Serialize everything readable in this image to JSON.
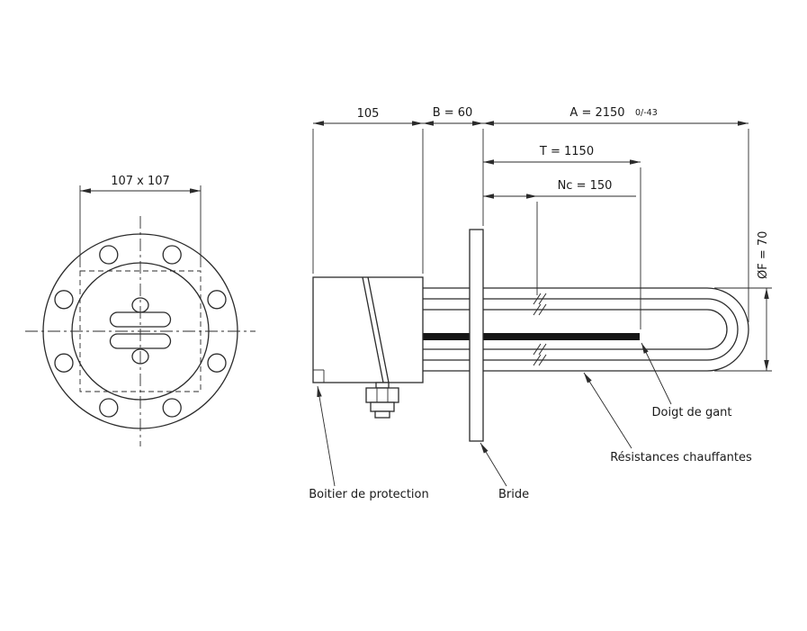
{
  "page": {
    "background": "#ffffff",
    "line_color": "#2b2b2b",
    "text_color": "#1a1a1a"
  },
  "front_view": {
    "square_dimension": "107 x 107"
  },
  "side_view": {
    "dimensions": {
      "box_width": "105",
      "b": "B = 60",
      "a": "A = 2150",
      "a_tolerance": "0/-43",
      "t": "T = 1150",
      "nc": "Nc = 150",
      "f": "ØF = 70"
    },
    "labels": {
      "thermowell": "Doigt de gant",
      "heating_elements": "Résistances chauffantes",
      "protection_box": "Boitier de protection",
      "flange": "Bride"
    }
  }
}
